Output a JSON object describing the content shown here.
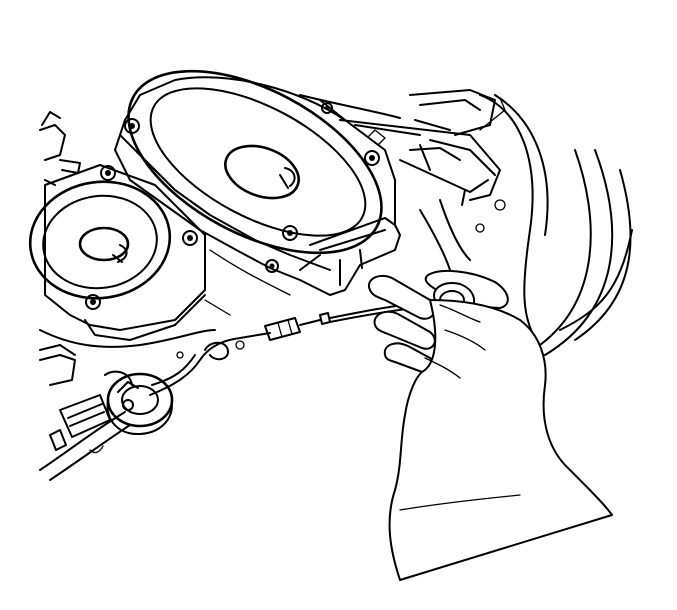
{
  "illustration": {
    "style": "black line art on white",
    "colors": {
      "background": "#ffffff",
      "line": "#000000"
    },
    "parts": [
      "oval-speaker",
      "round-speaker",
      "speaker-wire",
      "hand",
      "door-trim-panel",
      "wire-harness-connector"
    ]
  }
}
